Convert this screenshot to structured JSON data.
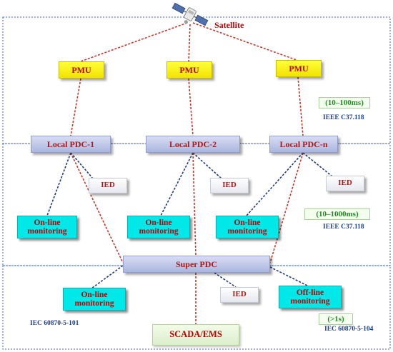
{
  "satellite": {
    "label": "Satellite"
  },
  "pmus": [
    {
      "label": "PMU"
    },
    {
      "label": "PMU"
    },
    {
      "label": "PMU"
    }
  ],
  "local_pdcs": [
    {
      "label": "Local PDC-1"
    },
    {
      "label": "Local PDC-2"
    },
    {
      "label": "Local PDC-n"
    }
  ],
  "ieds": [
    {
      "label": "IED"
    },
    {
      "label": "IED"
    },
    {
      "label": "IED"
    },
    {
      "label": "IED"
    }
  ],
  "monitoring": [
    {
      "label": "On-line monitoring"
    },
    {
      "label": "On-line monitoring"
    },
    {
      "label": "On-line monitoring"
    },
    {
      "label": "On-line monitoring"
    },
    {
      "label": "Off-line monitoring"
    }
  ],
  "super_pdc": {
    "label": "Super PDC"
  },
  "scada": {
    "label": "SCADA/EMS"
  },
  "latencies": [
    {
      "label": "(10–100ms)"
    },
    {
      "label": "(10–1000ms)"
    },
    {
      "label": "(>1s)"
    }
  ],
  "standards": [
    {
      "label": "IEEE C37.118"
    },
    {
      "label": "IEEE C37.118"
    },
    {
      "label": "IEC 60870-5-101"
    },
    {
      "label": "IEC 60870-5-104"
    }
  ],
  "colors": {
    "zone_border": "#3a5fcd",
    "link_red": "#c0392b",
    "link_navy": "#1f3a7a"
  }
}
